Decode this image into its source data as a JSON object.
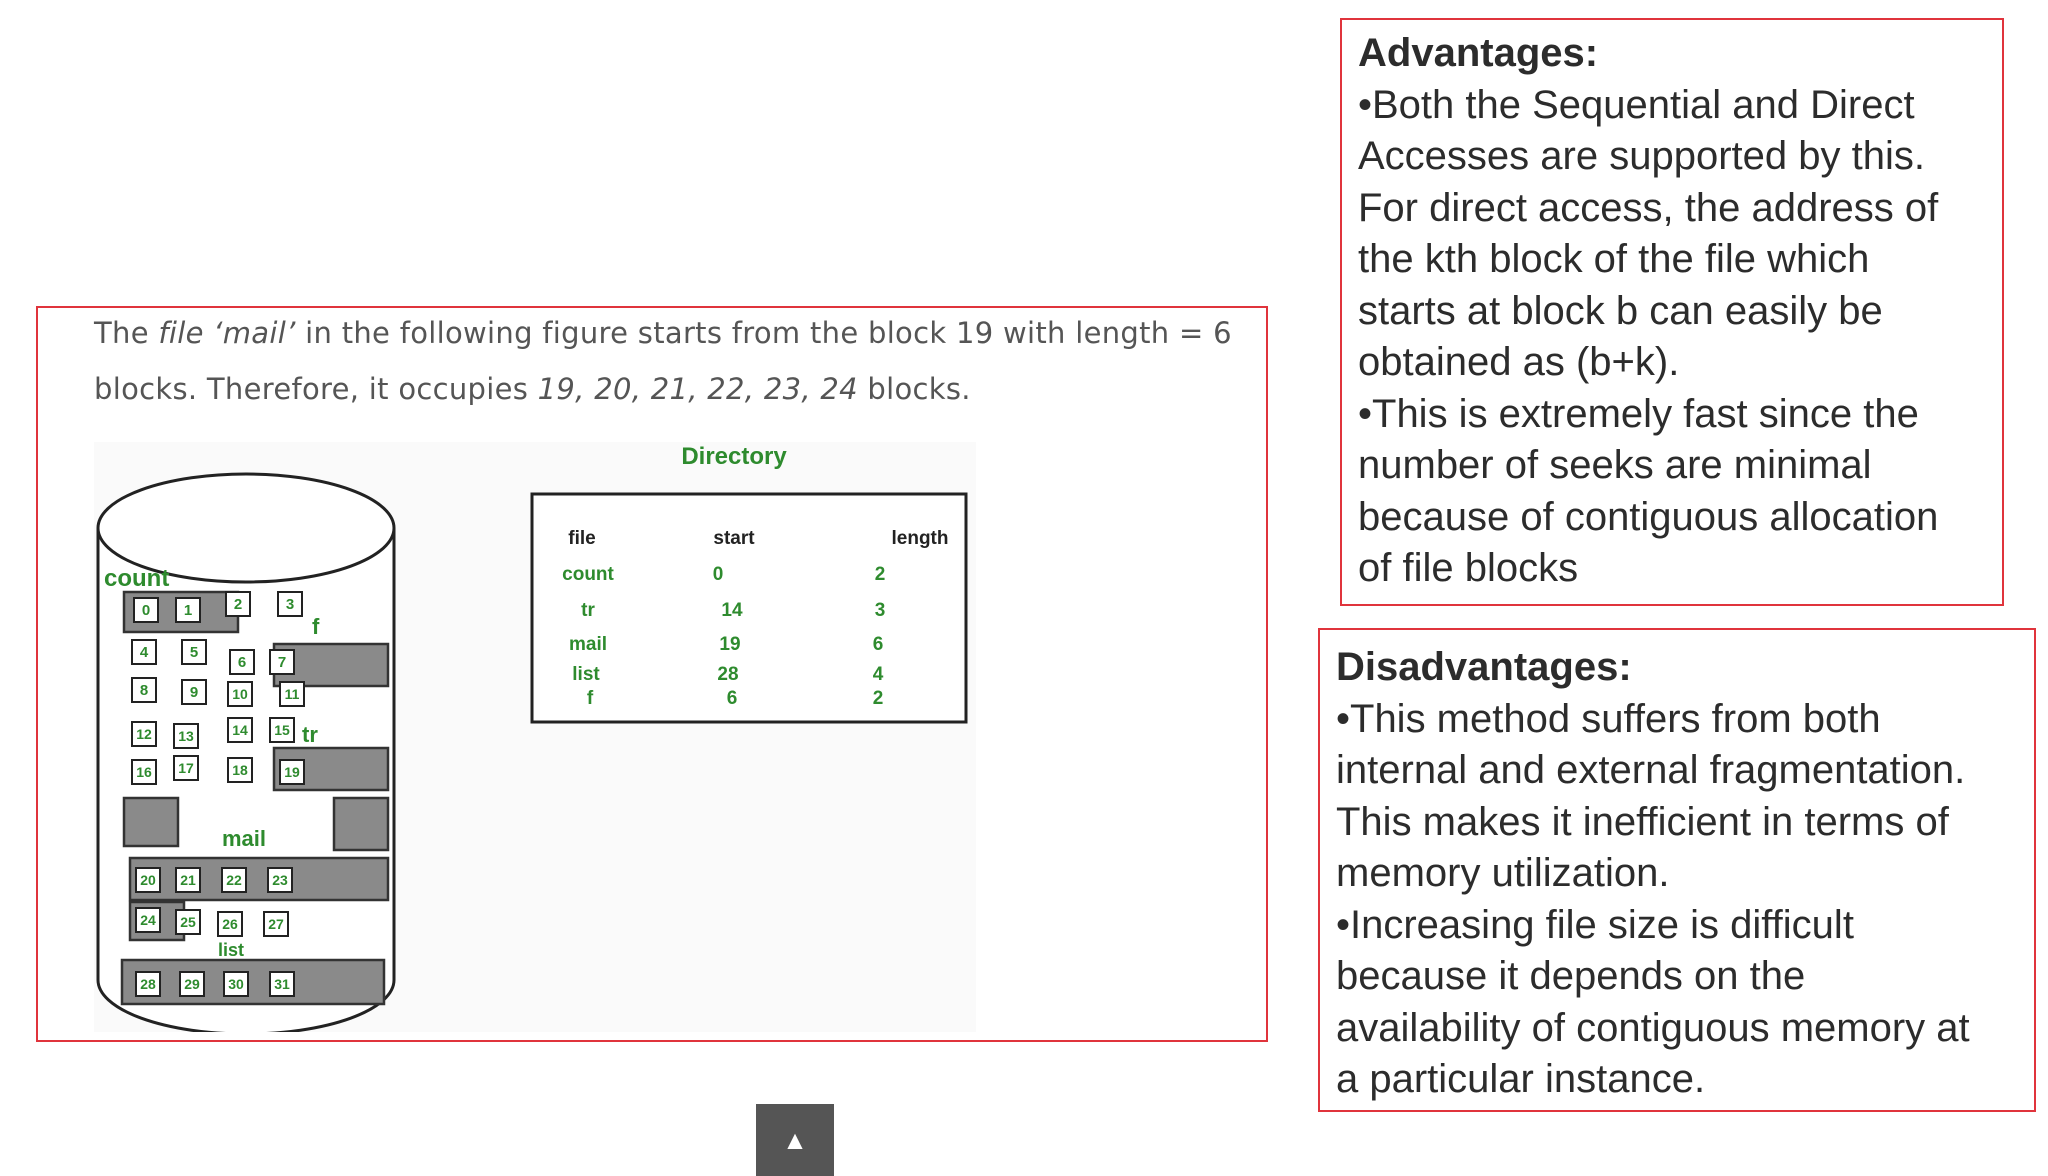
{
  "left_panel": {
    "caption": {
      "p1": "The ",
      "p1_italic": "file ‘mail’",
      "p2": " in the following figure starts from the block 19 with length = 6",
      "p3": "blocks. Therefore, it occupies ",
      "p3_italic": "19, 20, 21, 22, 23, 24",
      "p4": " blocks."
    },
    "figure": {
      "directory_title": "Directory",
      "disk_labels": {
        "count": "count",
        "f": "f",
        "tr": "tr",
        "mail": "mail",
        "list": "list"
      },
      "blocks": [
        "0",
        "1",
        "2",
        "3",
        "4",
        "5",
        "6",
        "7",
        "8",
        "9",
        "10",
        "11",
        "12",
        "13",
        "14",
        "15",
        "16",
        "17",
        "18",
        "19",
        "20",
        "21",
        "22",
        "23",
        "24",
        "25",
        "26",
        "27",
        "28",
        "29",
        "30",
        "31"
      ],
      "table": {
        "headers": [
          "file",
          "start",
          "length"
        ],
        "rows": [
          [
            "count",
            "0",
            "2"
          ],
          [
            "tr",
            "14",
            "3"
          ],
          [
            "mail",
            "19",
            "6"
          ],
          [
            "list",
            "28",
            "4"
          ],
          [
            "f",
            "6",
            "2"
          ]
        ]
      }
    },
    "scroll_top_icon": "▲"
  },
  "advantages": {
    "heading": "Advantages:",
    "lines": [
      "•Both the Sequential and Direct",
      "Accesses are supported by this.",
      "For direct access, the address of",
      "the kth block of the file which",
      "starts at block b can easily be",
      "obtained as (b+k).",
      "•This is extremely fast since the",
      "number of seeks are minimal",
      "because of contiguous allocation",
      "of file blocks"
    ]
  },
  "disadvantages": {
    "heading": "Disadvantages:",
    "lines": [
      "•This method suffers from both",
      "internal and external fragmentation.",
      "This makes it inefficient in terms of",
      "memory utilization.",
      "•Increasing file size is difficult",
      "because it depends on the",
      "availability of contiguous memory at",
      "a particular instance."
    ]
  },
  "colors": {
    "border_red": "#e0343c",
    "diagram_green": "#2e8b2e",
    "group_gray": "#8a8a8a",
    "text_dark": "#2c2c2c"
  }
}
